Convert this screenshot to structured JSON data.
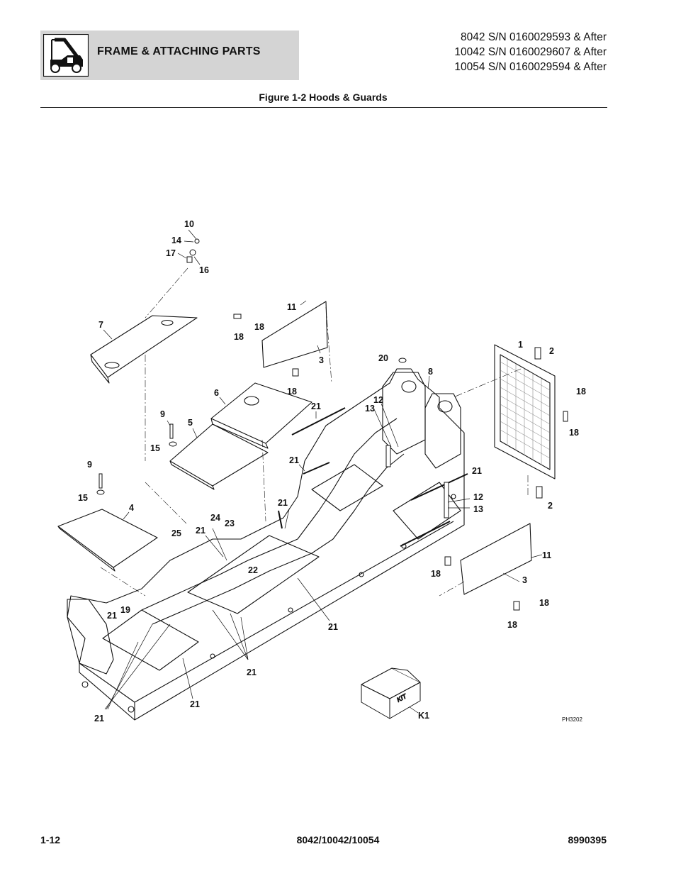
{
  "header": {
    "section_title": "FRAME & ATTACHING PARTS",
    "serials": [
      "8042 S/N 0160029593 & After",
      "10042 S/N 0160029607 & After",
      "10054 S/N 0160029594 & After"
    ],
    "logo_icon": "telehandler-icon"
  },
  "figure": {
    "title": "Figure 1-2 Hoods & Guards",
    "image_code": "PH3202",
    "kit_label": "KIT",
    "callouts": [
      "10",
      "14",
      "17",
      "16",
      "11",
      "18",
      "18",
      "7",
      "3",
      "18",
      "20",
      "8",
      "1",
      "2",
      "18",
      "18",
      "6",
      "21",
      "12",
      "13",
      "9",
      "5",
      "15",
      "21",
      "9",
      "15",
      "4",
      "21",
      "21",
      "12",
      "13",
      "2",
      "24",
      "23",
      "25",
      "21",
      "22",
      "11",
      "18",
      "3",
      "18",
      "18",
      "21",
      "19",
      "21",
      "21",
      "21",
      "K1",
      "21"
    ]
  },
  "footer": {
    "page_number": "1-12",
    "models": "8042/10042/10054",
    "manual_number": "8990395"
  }
}
